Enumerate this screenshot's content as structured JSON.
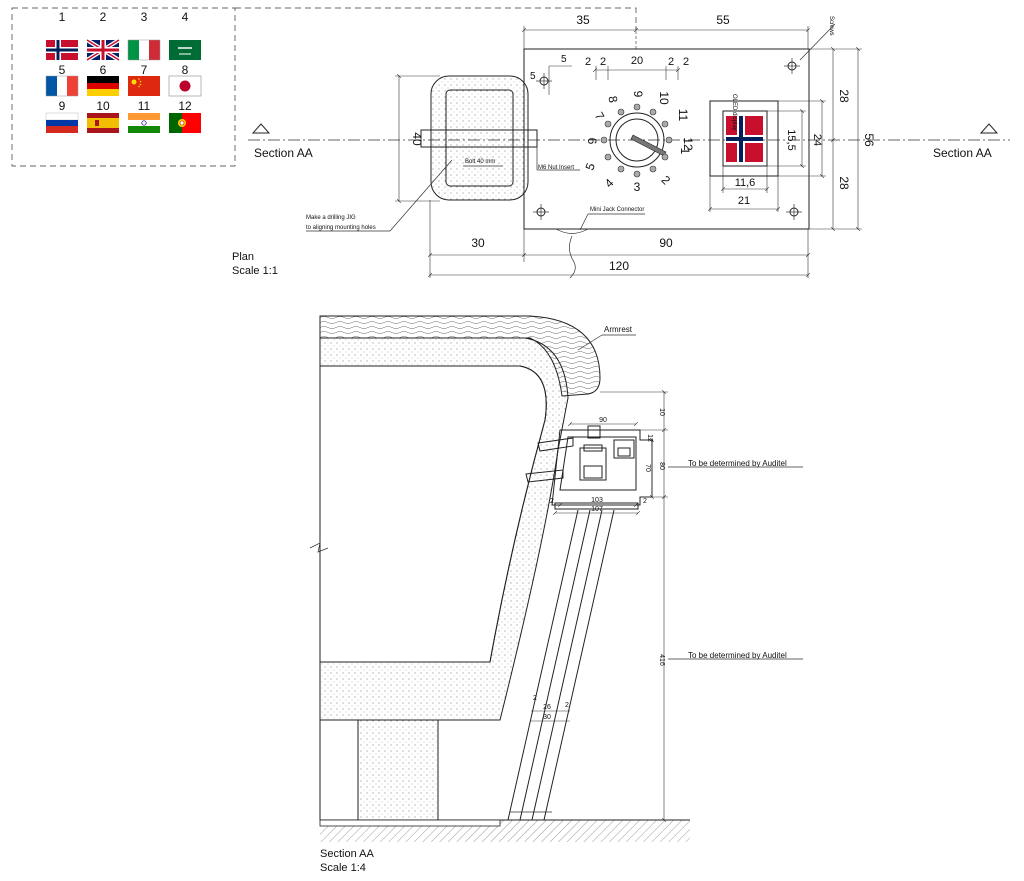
{
  "legend": {
    "flags": [
      {
        "num": "1",
        "country": "norway-flag-icon"
      },
      {
        "num": "2",
        "country": "uk-flag-icon"
      },
      {
        "num": "3",
        "country": "italy-flag-icon"
      },
      {
        "num": "4",
        "country": "saudi-arabia-flag-icon"
      },
      {
        "num": "5",
        "country": "france-flag-icon"
      },
      {
        "num": "6",
        "country": "germany-flag-icon"
      },
      {
        "num": "7",
        "country": "china-flag-icon"
      },
      {
        "num": "8",
        "country": "japan-flag-icon"
      },
      {
        "num": "9",
        "country": "russia-flag-icon"
      },
      {
        "num": "10",
        "country": "spain-flag-icon"
      },
      {
        "num": "11",
        "country": "india-flag-icon"
      },
      {
        "num": "12",
        "country": "portugal-flag-icon"
      }
    ]
  },
  "plan": {
    "section_label_left": "Section AA",
    "section_label_right": "Section AA",
    "title": "Plan",
    "scale": "Scale 1:1",
    "dims": {
      "d35": "35",
      "d55": "55",
      "d20": "20",
      "d5a": "5",
      "d5b": "5",
      "d2a": "2",
      "d2b": "2",
      "d2c": "2",
      "d2d": "2",
      "d40": "40",
      "d30": "30",
      "d90": "90",
      "d120": "120",
      "d28a": "28",
      "d28b": "28",
      "d56": "56",
      "d24": "24",
      "d15_5": "15,5",
      "d11_6": "11,6",
      "d21": "21"
    },
    "dial_numbers": [
      "1",
      "2",
      "3",
      "4",
      "5",
      "6",
      "7",
      "8",
      "9",
      "10",
      "11",
      "12"
    ],
    "labels": {
      "bolt": "Bolt 40 mm",
      "nut": "M6 Nut Insert",
      "jig": "Make a drilling JIG",
      "jig2": "to aligning mounting holes",
      "minijack": "Mini Jack Connector",
      "oled": "OLED display",
      "screws": "Screws"
    }
  },
  "section": {
    "title": "Section AA",
    "scale": "Scale 1:4",
    "armrest": "Armrest",
    "auditel1": "To be determined by Auditel",
    "auditel2": "To be determined by Auditel",
    "dims": {
      "d90": "90",
      "d80": "80",
      "d12": "12",
      "d70": "70",
      "d10": "10",
      "d103": "103",
      "d107": "107",
      "d2a": "2",
      "d2b": "2",
      "d416": "416",
      "d26": "26",
      "d30": "30",
      "d2c": "2",
      "d2d": "2"
    }
  }
}
